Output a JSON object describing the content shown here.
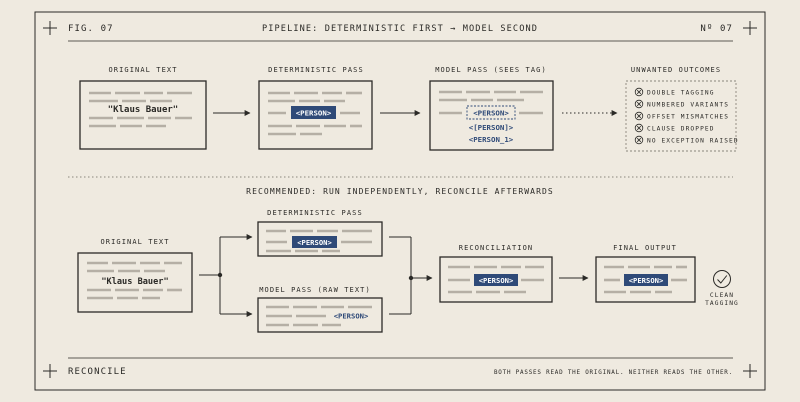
{
  "header": {
    "figure": "FIG. 07",
    "title": "PIPELINE: DETERMINISTIC FIRST → MODEL SECOND",
    "number": "Nº 07"
  },
  "top": {
    "original_label": "ORIGINAL TEXT",
    "original_name": "\"Klaus Bauer\"",
    "deterministic_label": "DETERMINISTIC PASS",
    "deterministic_tag": "<PERSON>",
    "model_label": "MODEL PASS (SEES TAG)",
    "model_tag_1": "<PERSON>",
    "model_tag_2": "<[PERSON]>",
    "model_tag_3": "<PERSON_1>",
    "unwanted_label": "UNWANTED OUTCOMES",
    "unwanted_items": [
      "DOUBLE TAGGING",
      "NUMBERED VARIANTS",
      "OFFSET MISMATCHES",
      "CLAUSE DROPPED",
      "NO EXCEPTION RAISED"
    ]
  },
  "recommended": "RECOMMENDED: RUN INDEPENDENTLY, RECONCILE AFTERWARDS",
  "bottom": {
    "original_label": "ORIGINAL TEXT",
    "original_name": "\"Klaus Bauer\"",
    "deterministic_label": "DETERMINISTIC PASS",
    "deterministic_tag": "<PERSON>",
    "model_label": "MODEL PASS (RAW TEXT)",
    "model_tag": "<PERSON>",
    "reconciliation_label": "RECONCILIATION",
    "reconciliation_tag": "<PERSON>",
    "final_label": "FINAL OUTPUT",
    "final_tag": "<PERSON>",
    "clean_line1": "CLEAN",
    "clean_line2": "TAGGING"
  },
  "footer": {
    "left": "RECONCILE",
    "right": "BOTH PASSES READ THE ORIGINAL. NEITHER READS THE OTHER."
  },
  "colors": {
    "background": "#efeae0",
    "ink": "#2b2a27",
    "tag_fill": "#2f4a78",
    "tag_text": "#2f4a78",
    "placeholder_line": "#b5afa5"
  }
}
